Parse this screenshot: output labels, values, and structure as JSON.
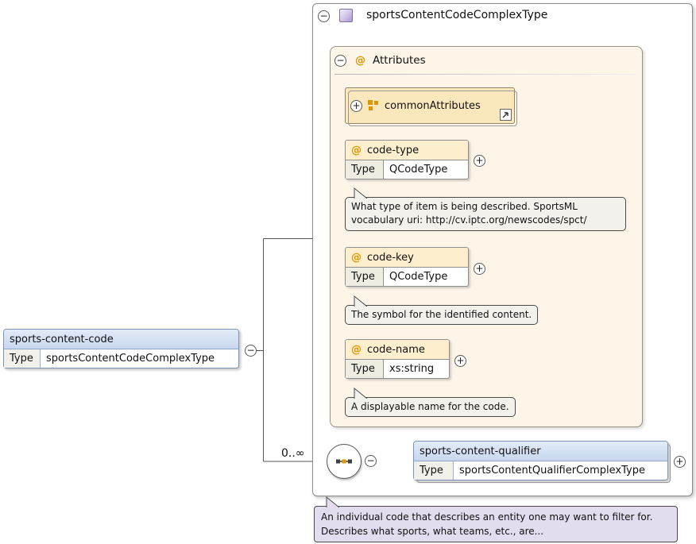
{
  "at_symbol": "@",
  "icons": {
    "collapse": "−",
    "expand": "+"
  },
  "root_element": {
    "name": "sports-content-code",
    "type_label": "Type",
    "type_value": "sportsContentCodeComplexType"
  },
  "complex_type": {
    "title": "sportsContentCodeComplexType"
  },
  "attributes": {
    "title": "Attributes",
    "group_ref": {
      "label": "commonAttributes"
    },
    "items": [
      {
        "name": "code-type",
        "type_label": "Type",
        "type_value": "QCodeType",
        "doc": "What type of item is being described. SportsML vocabulary uri: http://cv.iptc.org/newscodes/spct/"
      },
      {
        "name": "code-key",
        "type_label": "Type",
        "type_value": "QCodeType",
        "doc": "The symbol for the identified content."
      },
      {
        "name": "code-name",
        "type_label": "Type",
        "type_value": "xs:string",
        "doc": "A displayable name for the code."
      }
    ]
  },
  "sequence": {
    "occurrence": "0..∞"
  },
  "child_element": {
    "name": "sports-content-qualifier",
    "type_label": "Type",
    "type_value": "sportsContentQualifierComplexType"
  },
  "annotation": {
    "text": "An individual code that describes an entity one may want to filter for. Describes what sports, what teams, etc., are..."
  }
}
